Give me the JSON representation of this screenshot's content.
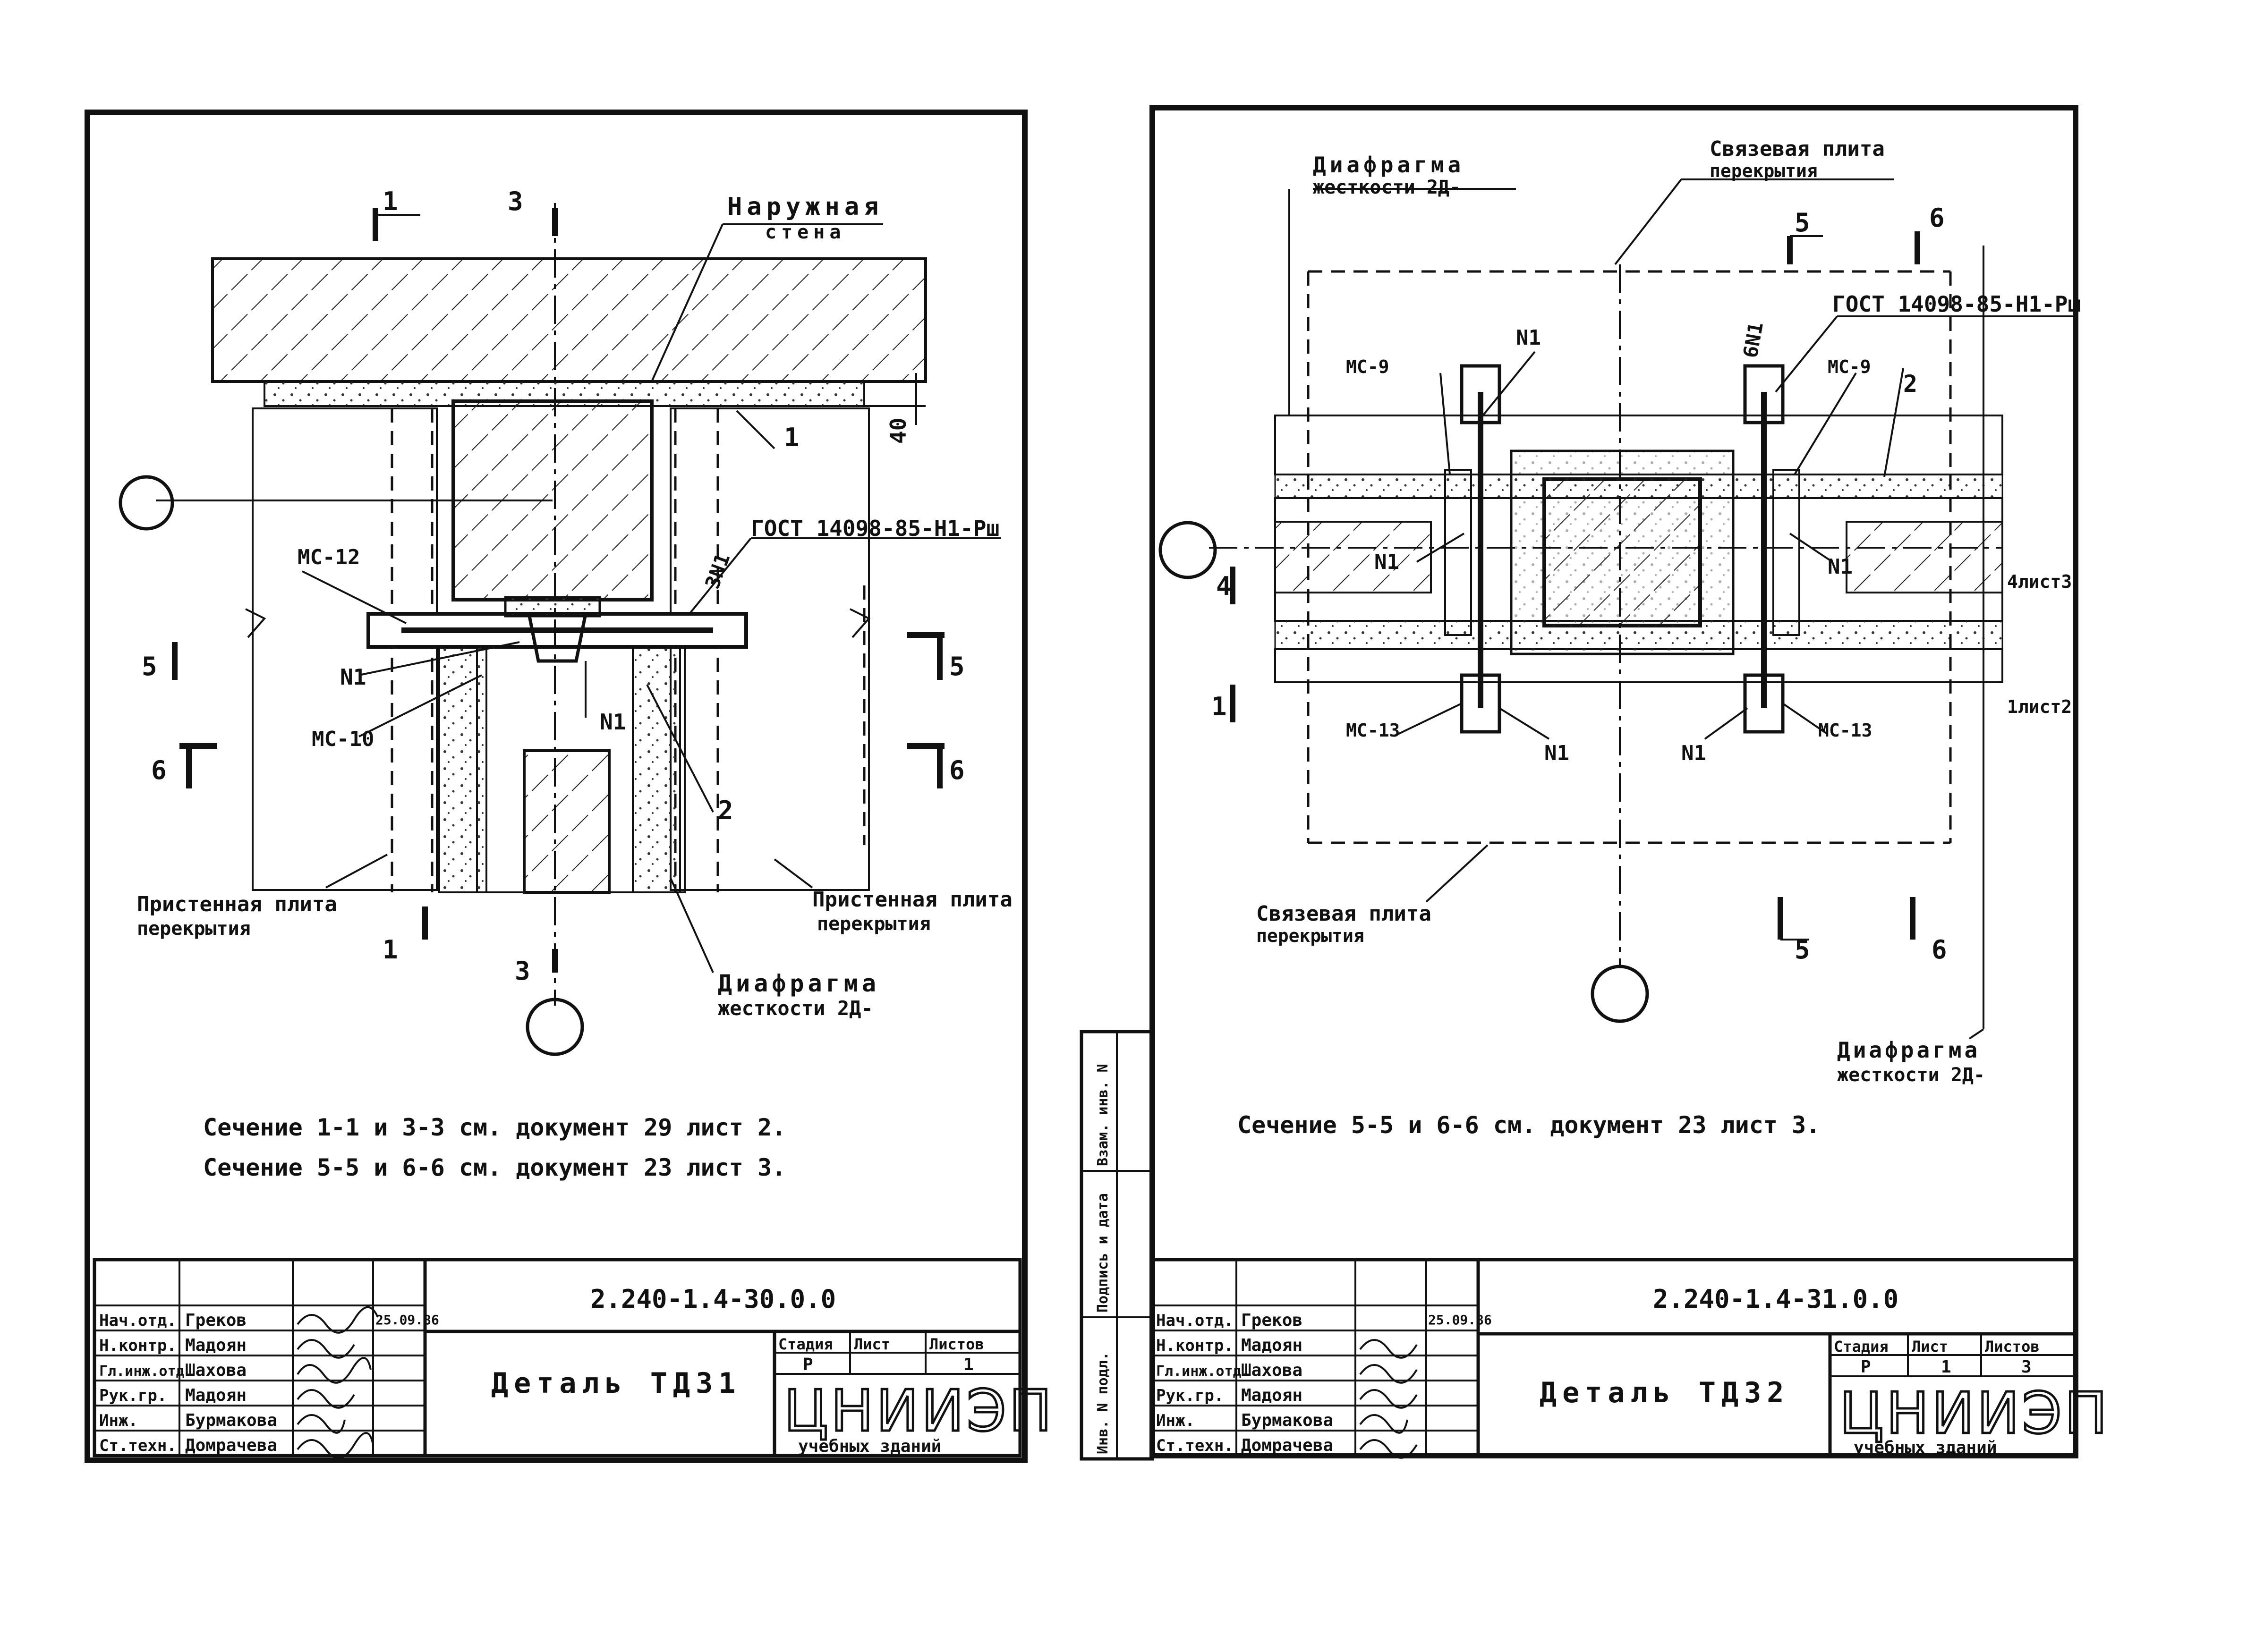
{
  "left": {
    "labels": {
      "outer_wall": [
        "Наружная",
        "стена"
      ],
      "wall_slab": [
        "Пристенная плита",
        "перекрытия"
      ],
      "wall_slab_right": [
        "Пристенная плита",
        "перекрытия"
      ],
      "diaphragm": [
        "Диафрагма",
        "жесткости 2Д-"
      ],
      "gost": "ГОСТ 14098-85-Н1-Рш",
      "mc12": "МС-12",
      "mc10": "МС-10",
      "n1_left": "N1",
      "n1_center": "N1",
      "three_n1": "3N1",
      "dim_40": "40",
      "pos_1": "1",
      "pos_2": "2",
      "sec_1_top": "1",
      "sec_3_top": "3",
      "sec_1_bot": "1",
      "sec_3_bot": "3",
      "sec_5_left": "5",
      "sec_6_left": "6",
      "sec_5_right": "5",
      "sec_6_right": "6"
    },
    "notes": [
      "Сечение 1-1 и 3-3 см. документ 29 лист 2.",
      "Сечение 5-5 и 6-6 см. документ 23 лист 3."
    ],
    "title_block": {
      "doc_number": "2.240-1.4-30.0.0",
      "title": "Деталь ТД31",
      "roles": [
        "Нач.отд.",
        "Н.контр.",
        "Гл.инж.отд",
        "Рук.гр.",
        "Инж.",
        "Ст.техн."
      ],
      "names": [
        "Греков",
        "Мадоян",
        "Шахова",
        "Мадоян",
        "Бурмакова",
        "Домрачева"
      ],
      "date": "25.09.86",
      "stage_header": "Стадия",
      "sheet_header": "Лист",
      "sheets_header": "Листов",
      "stage": "Р",
      "sheet": "",
      "sheets": "1",
      "org": "ЦНИИЭП",
      "org_sub": "учебных зданий"
    }
  },
  "right": {
    "labels": {
      "diaphragm_top": [
        "Диафрагма",
        "жесткости 2Д-"
      ],
      "tie_slab_top": [
        "Связевая плита",
        "перекрытия"
      ],
      "tie_slab_bottom": [
        "Связевая плита",
        "перекрытия"
      ],
      "diaphragm_bottom": [
        "Диафрагма",
        "жесткости 2Д-"
      ],
      "gost": "ГОСТ 14098-85-Н1-Рш",
      "mc9_left": "МС-9",
      "mc9_right": "МС-9",
      "mc13_left": "МС-13",
      "mc13_right": "МС-13",
      "n1_top": "N1",
      "six_n1": "6N1",
      "n1_mid_left": "N1",
      "n1_mid_right": "N1",
      "n1_bot_left": "N1",
      "n1_bot_right": "N1",
      "pos_2": "2",
      "sec_4": "4",
      "sec_1": "1",
      "sec_5_top": "5",
      "sec_6_top": "6",
      "sec_5_bot": "5",
      "sec_6_bot": "6",
      "sheet3": "4лист3",
      "sheet2": "1лист2"
    },
    "notes": [
      "Сечение 5-5 и 6-6 см. документ 23 лист 3."
    ],
    "title_block": {
      "doc_number": "2.240-1.4-31.0.0",
      "title": "Деталь ТД32",
      "roles": [
        "Нач.отд.",
        "Н.контр.",
        "Гл.инж.отд.",
        "Рук.гр.",
        "Инж.",
        "Ст.техн."
      ],
      "names": [
        "Греков",
        "Мадоян",
        "Шахова",
        "Мадоян",
        "Бурмакова",
        "Домрачева"
      ],
      "date": "25.09.86",
      "stage_header": "Стадия",
      "sheet_header": "Лист",
      "sheets_header": "Листов",
      "stage": "Р",
      "sheet": "1",
      "sheets": "3",
      "org": "ЦНИИЭП",
      "org_sub": "учебных зданий"
    },
    "side_stamp": [
      "Инв. N подл.",
      "Подпись и дата",
      "Взам. инв. N"
    ]
  }
}
